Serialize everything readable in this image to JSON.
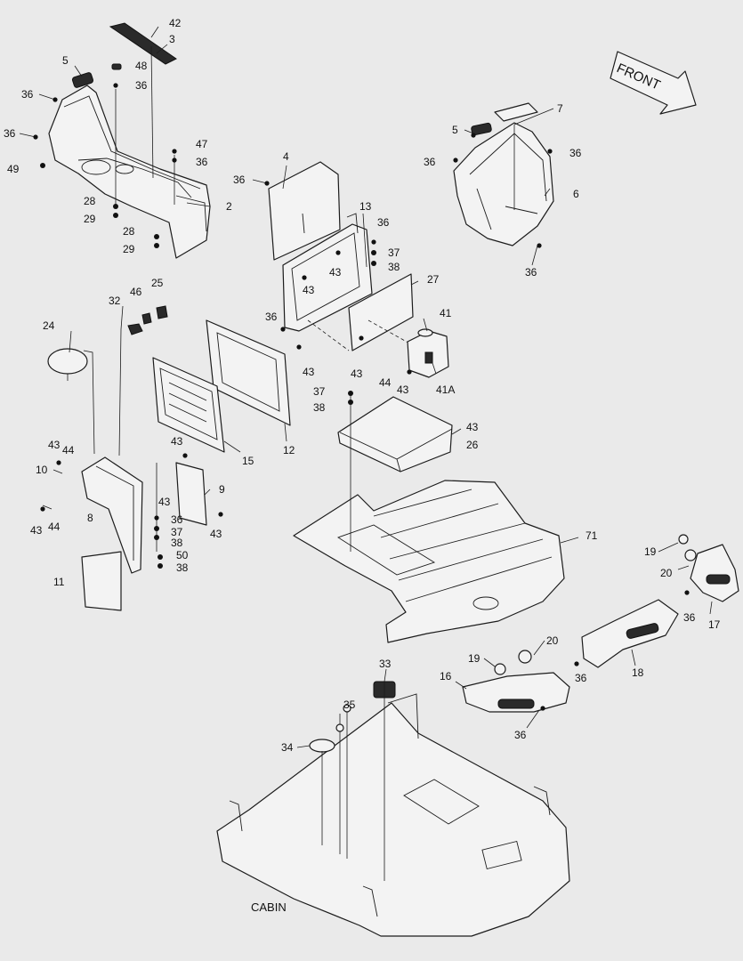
{
  "diagram": {
    "front_label": "FRONT",
    "cabin_label": "CABIN",
    "callouts": {
      "c42": "42",
      "c3": "3",
      "c48": "48",
      "c5a": "5",
      "c36a": "36",
      "c36b": "36",
      "c36c": "36",
      "c49": "49",
      "c47": "47",
      "c36d": "36",
      "c28a": "28",
      "c29a": "29",
      "c28b": "28",
      "c29b": "29",
      "c2": "2",
      "c4": "4",
      "c36e": "36",
      "c13": "13",
      "c36f": "36",
      "c37a": "37",
      "c38a": "38",
      "c43a": "43",
      "c43b": "43",
      "c27": "27",
      "c7": "7",
      "c5b": "5",
      "c36g": "36",
      "c36h": "36",
      "c6": "6",
      "c36i": "36",
      "c32": "32",
      "c46": "46",
      "c25": "25",
      "c24": "24",
      "c36j": "36",
      "c43c": "43",
      "c41": "41",
      "c44a": "44",
      "c43d": "43",
      "c41A": "41A",
      "c37b": "37",
      "c38b": "38",
      "c43e": "43",
      "c26": "26",
      "c15": "15",
      "c12": "12",
      "c43f": "43",
      "c44b": "44",
      "c10": "10",
      "c43g": "43",
      "c9": "9",
      "c8": "8",
      "c43h": "43",
      "c44c": "44",
      "c43i": "43",
      "c36k": "36",
      "c37c": "37",
      "c38c": "38",
      "c50": "50",
      "c38d": "38",
      "c43j": "43",
      "c11": "11",
      "c71": "71",
      "c19a": "19",
      "c20a": "20",
      "c36l": "36",
      "c17": "17",
      "c18": "18",
      "c20b": "20",
      "c19b": "19",
      "c16": "16",
      "c36m": "36",
      "c36n": "36",
      "c33": "33",
      "c35": "35",
      "c34": "34"
    }
  }
}
